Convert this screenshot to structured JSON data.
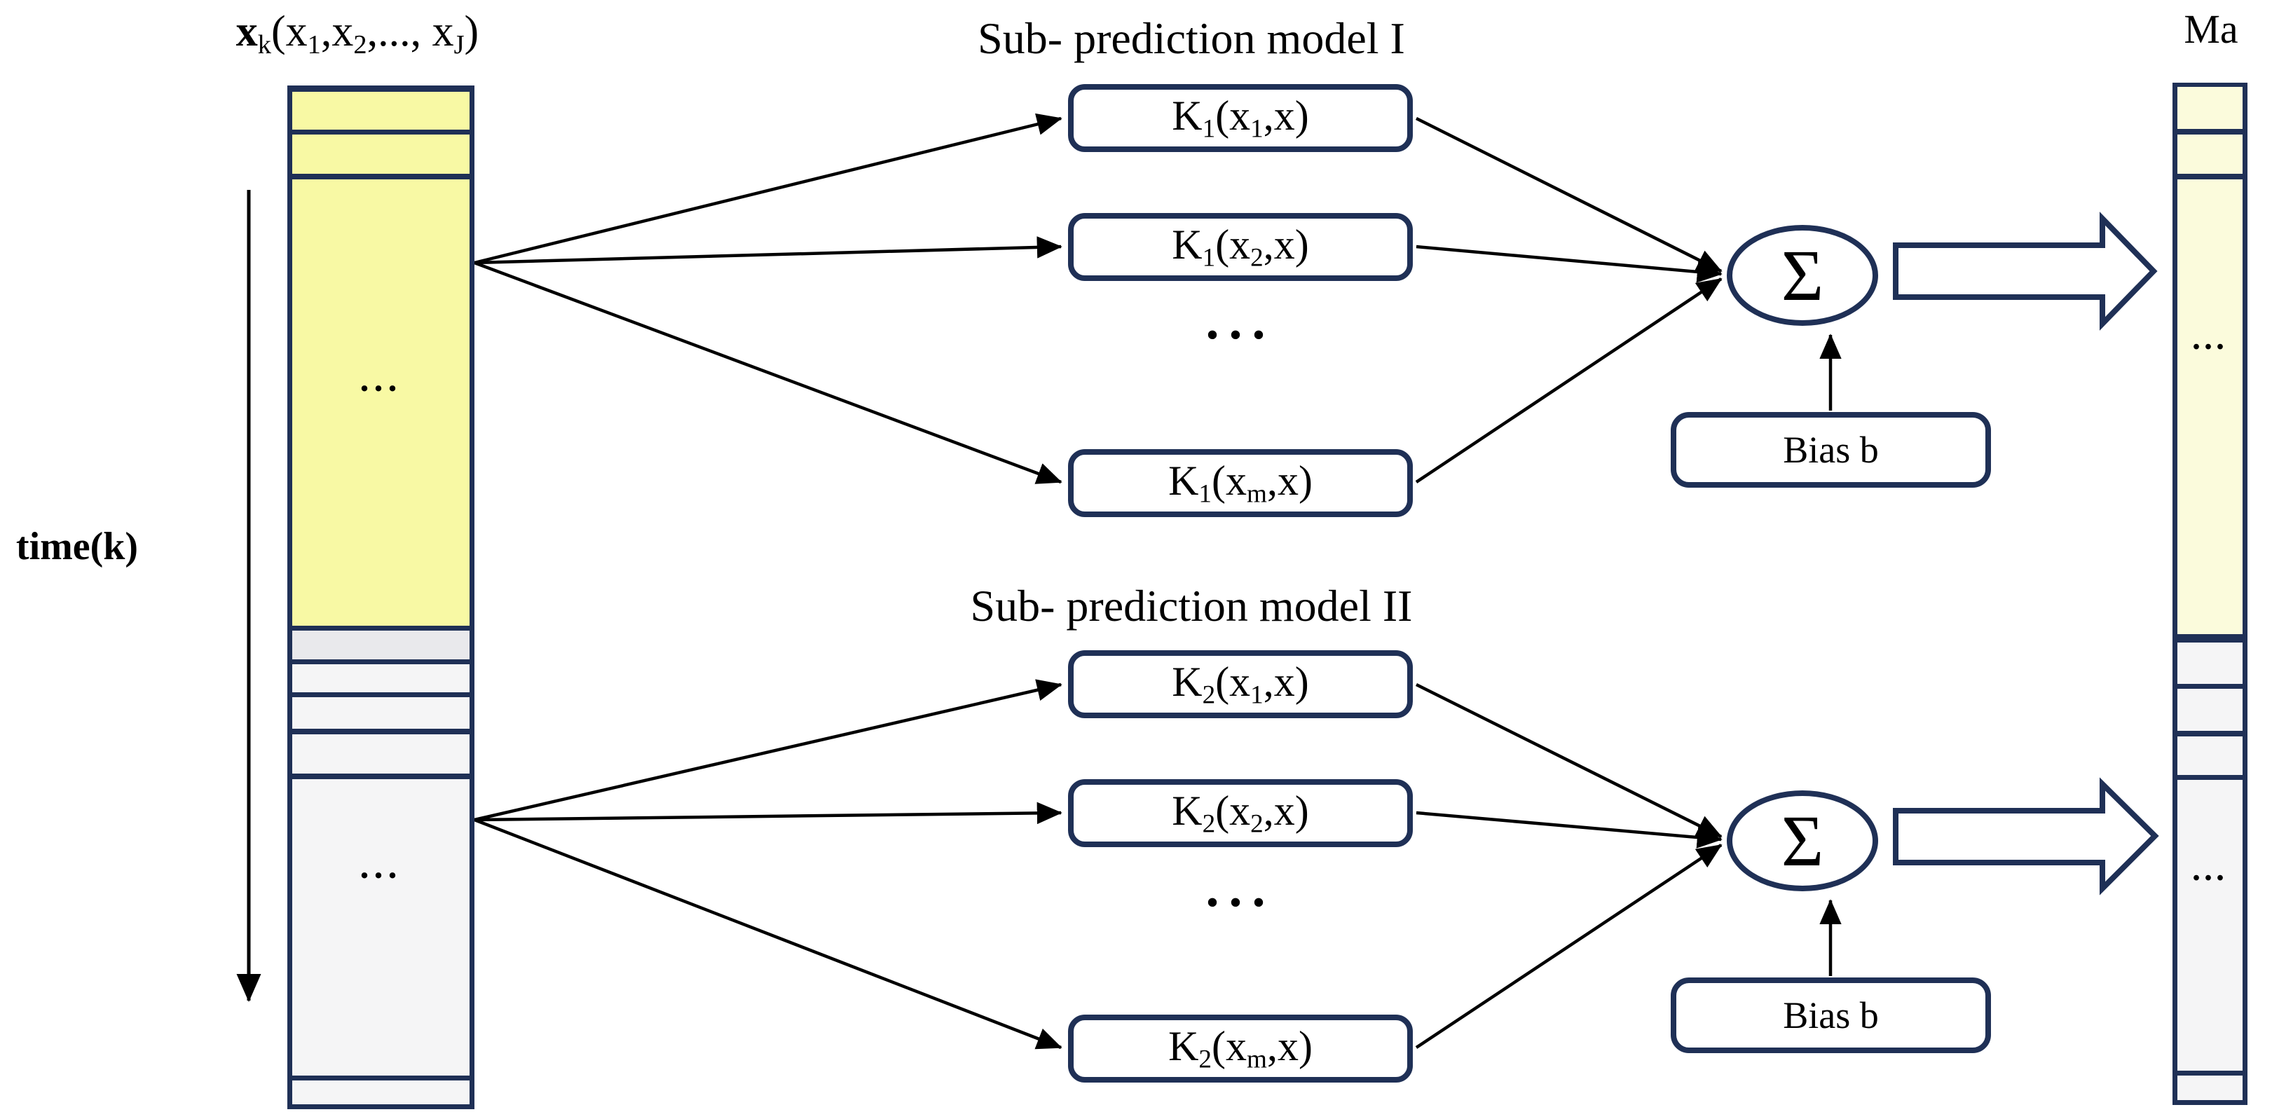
{
  "palette": {
    "navy": "#1F3056",
    "yellow": "#F8F9A4",
    "pale_yellow": "#FBFBDC",
    "gray": "#F5F5F6",
    "gray_dark": "#E9E9EC",
    "black": "#000000",
    "white": "#FFFFFF"
  },
  "input_column": {
    "label_segments": [
      {
        "bold": "x"
      },
      {
        "sub": "k"
      },
      {
        "text": "(x"
      },
      {
        "sub": "1"
      },
      {
        "text": ",x"
      },
      {
        "sub": "2"
      },
      {
        "text": ",..., x"
      },
      {
        "sub": "J"
      },
      {
        "text": ")"
      }
    ],
    "time_label": "time(k)",
    "dots_top": "...",
    "dots_bottom": "..."
  },
  "models": [
    {
      "title": "Sub- prediction model I",
      "kernels": [
        {
          "segments": [
            {
              "text": "K"
            },
            {
              "sub": "1"
            },
            {
              "text": "(x"
            },
            {
              "sub": "1"
            },
            {
              "text": ",x)"
            }
          ]
        },
        {
          "segments": [
            {
              "text": "K"
            },
            {
              "sub": "1"
            },
            {
              "text": "(x"
            },
            {
              "sub": "2"
            },
            {
              "text": ",x)"
            }
          ]
        },
        {
          "segments": [
            {
              "text": "K"
            },
            {
              "sub": "1"
            },
            {
              "text": "(x"
            },
            {
              "sub": "m"
            },
            {
              "text": ",x)"
            }
          ]
        }
      ],
      "dots": "...",
      "sum_symbol": "Σ",
      "bias_label": "Bias b"
    },
    {
      "title": "Sub- prediction model II",
      "kernels": [
        {
          "segments": [
            {
              "text": "K"
            },
            {
              "sub": "2"
            },
            {
              "text": "(x"
            },
            {
              "sub": "1"
            },
            {
              "text": ",x)"
            }
          ]
        },
        {
          "segments": [
            {
              "text": "K"
            },
            {
              "sub": "2"
            },
            {
              "text": "(x"
            },
            {
              "sub": "2"
            },
            {
              "text": ",x)"
            }
          ]
        },
        {
          "segments": [
            {
              "text": "K"
            },
            {
              "sub": "2"
            },
            {
              "text": "(x"
            },
            {
              "sub": "m"
            },
            {
              "text": ",x)"
            }
          ]
        }
      ],
      "dots": "...",
      "sum_symbol": "Σ",
      "bias_label": "Bias b"
    }
  ],
  "output_column": {
    "label": "Ma",
    "dots_top": "...",
    "dots_bottom": "..."
  }
}
